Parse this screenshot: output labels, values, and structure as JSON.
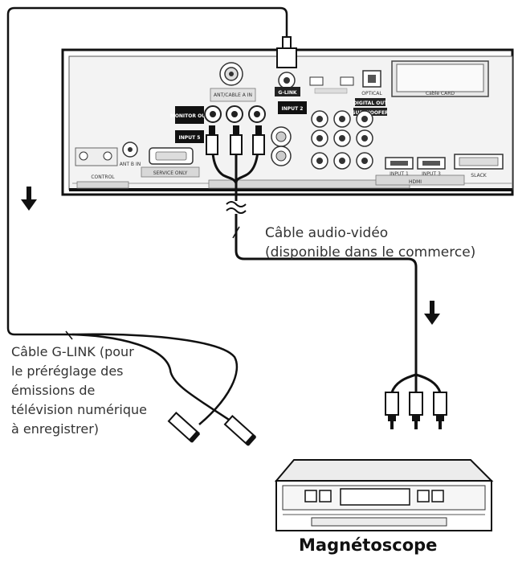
{
  "panel": {
    "monitor_out": "MONITOR OUT",
    "input5": "INPUT 5",
    "input2": "INPUT 2",
    "g_link": "G-LINK",
    "ant_cable": "ANT/CABLE A IN",
    "ant_b": "ANT B IN",
    "service_only": "SERVICE ONLY",
    "control": "CONTROL",
    "input1": "INPUT 1",
    "input3": "INPUT 3",
    "hdmi": "HDMI",
    "slack": "SLACK",
    "sub_woofer": "SUB WOOFER",
    "digital_out": "DIGITAL OUT",
    "cable_card": "Cable CARD",
    "optical": "OPTICAL"
  },
  "labels": {
    "av_cable_lines": [
      "Câble audio-vidéo",
      "(disponible dans le commerce)"
    ],
    "glink_lines": [
      "Câble G-LINK (pour",
      "le préréglage des",
      "émissions de",
      "télévision numérique",
      "à enregistrer)"
    ],
    "vcr": "Magnétoscope"
  }
}
